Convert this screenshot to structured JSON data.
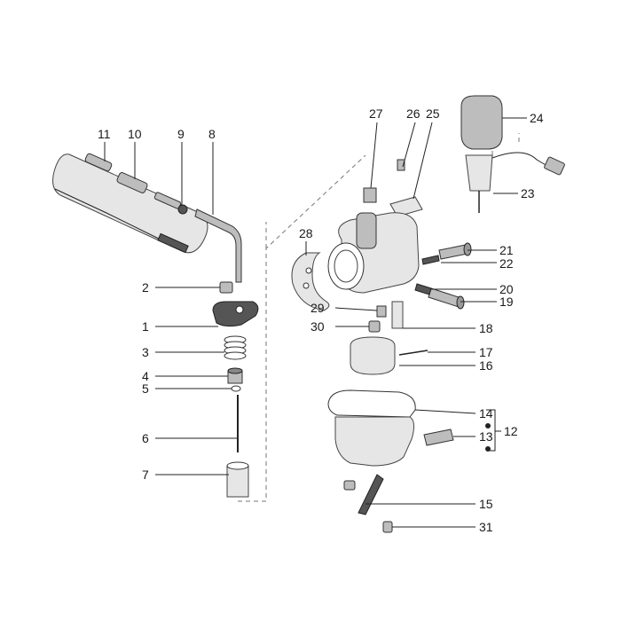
{
  "diagram": {
    "callouts": [
      "1",
      "2",
      "3",
      "4",
      "5",
      "6",
      "7",
      "8",
      "9",
      "10",
      "11",
      "12",
      "13",
      "14",
      "15",
      "16",
      "17",
      "18",
      "19",
      "20",
      "21",
      "22",
      "23",
      "24",
      "25",
      "26",
      "27",
      "28",
      "29",
      "30",
      "31"
    ]
  },
  "colors": {
    "line": "#222222",
    "fill_dark": "#555555",
    "fill_mid": "#bdbdbd",
    "fill_light": "#e6e6e6",
    "dash": "#777777"
  }
}
